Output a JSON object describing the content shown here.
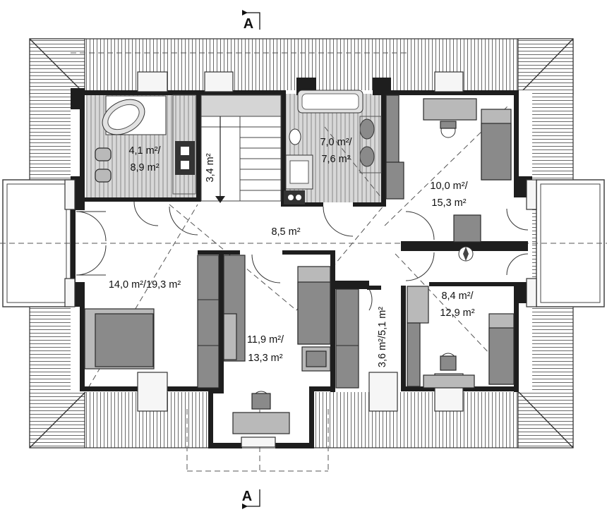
{
  "section_marks": {
    "top": "A",
    "bottom": "A"
  },
  "rooms": [
    {
      "id": "bathroom-left",
      "line1": "4,1 m²/",
      "line2": "8,9 m²"
    },
    {
      "id": "staircase",
      "line1": "3,4 m²"
    },
    {
      "id": "bathroom-center",
      "line1": "7,0 m²/",
      "line2": "7,6 m²"
    },
    {
      "id": "bedroom-top-right",
      "line1": "10,0 m²/",
      "line2": "15,3 m²"
    },
    {
      "id": "hallway",
      "line1": "8,5 m²"
    },
    {
      "id": "bedroom-left",
      "line1": "14,0 m²/19,3 m²"
    },
    {
      "id": "bedroom-center",
      "line1": "11,9 m²/",
      "line2": "13,3 m²"
    },
    {
      "id": "closet",
      "line1": "3,6 m²/5,1 m²"
    },
    {
      "id": "bedroom-bottom-right",
      "line1": "8,4 m²/",
      "line2": "12,9 m²"
    }
  ],
  "colors": {
    "wall": "#1e1e1e",
    "furniture": "#8a8a8a",
    "bath_floor": "#cfcfcf",
    "roof_hatch": "#6a6a6a"
  }
}
